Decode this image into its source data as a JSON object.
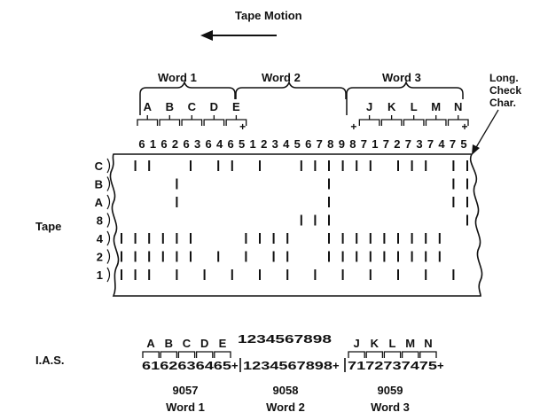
{
  "header": {
    "title": "Tape Motion"
  },
  "words": [
    {
      "label": "Word 1"
    },
    {
      "label": "Word 2"
    },
    {
      "label": "Word 3"
    }
  ],
  "callout": {
    "lines": [
      "Long.",
      "Check",
      "Char."
    ]
  },
  "top_codes": [
    "6",
    "1",
    "6",
    "2",
    "6",
    "3",
    "6",
    "4",
    "6",
    "5",
    "1",
    "2",
    "3",
    "4",
    "5",
    "6",
    "7",
    "8",
    "9",
    "8",
    "7",
    "1",
    "7",
    "2",
    "7",
    "3",
    "7",
    "4",
    "7",
    "5"
  ],
  "top_letters": [
    "A",
    "B",
    "C",
    "D",
    "E",
    "J",
    "K",
    "L",
    "M",
    "N"
  ],
  "tape": {
    "label": "Tape",
    "row_labels": [
      "C",
      "B",
      "A",
      "8",
      "4",
      "2",
      "1"
    ],
    "marks": {
      "C": [
        1,
        2,
        5,
        7,
        8,
        10,
        13,
        14,
        15,
        16,
        17,
        18,
        20,
        21,
        22,
        24,
        25
      ],
      "B": [
        4,
        15,
        24,
        25
      ],
      "A": [
        4,
        15,
        24,
        25
      ],
      "8": [
        13,
        14,
        15,
        25
      ],
      "4": [
        0,
        1,
        2,
        3,
        4,
        5,
        9,
        10,
        11,
        12,
        15,
        16,
        17,
        18,
        19,
        20,
        21,
        22,
        23
      ],
      "2": [
        0,
        1,
        2,
        3,
        4,
        5,
        7,
        9,
        11,
        12,
        15,
        16,
        17,
        18,
        19,
        20,
        21,
        22,
        23
      ],
      "1": [
        0,
        1,
        2,
        4,
        6,
        8,
        10,
        12,
        14,
        16,
        18,
        20,
        22,
        24
      ]
    }
  },
  "ias": {
    "label": "I.A.S.",
    "digits_top": "1234567898",
    "letters": [
      "A",
      "B",
      "C",
      "D",
      "E",
      "J",
      "K",
      "L",
      "M",
      "N"
    ],
    "codes_w1": "6162636465",
    "plus": "+",
    "codes_w2": "1234567898",
    "codes_w3": "7172737475",
    "addresses": [
      "9057",
      "9058",
      "9059"
    ],
    "words": [
      "Word 1",
      "Word 2",
      "Word 3"
    ]
  }
}
